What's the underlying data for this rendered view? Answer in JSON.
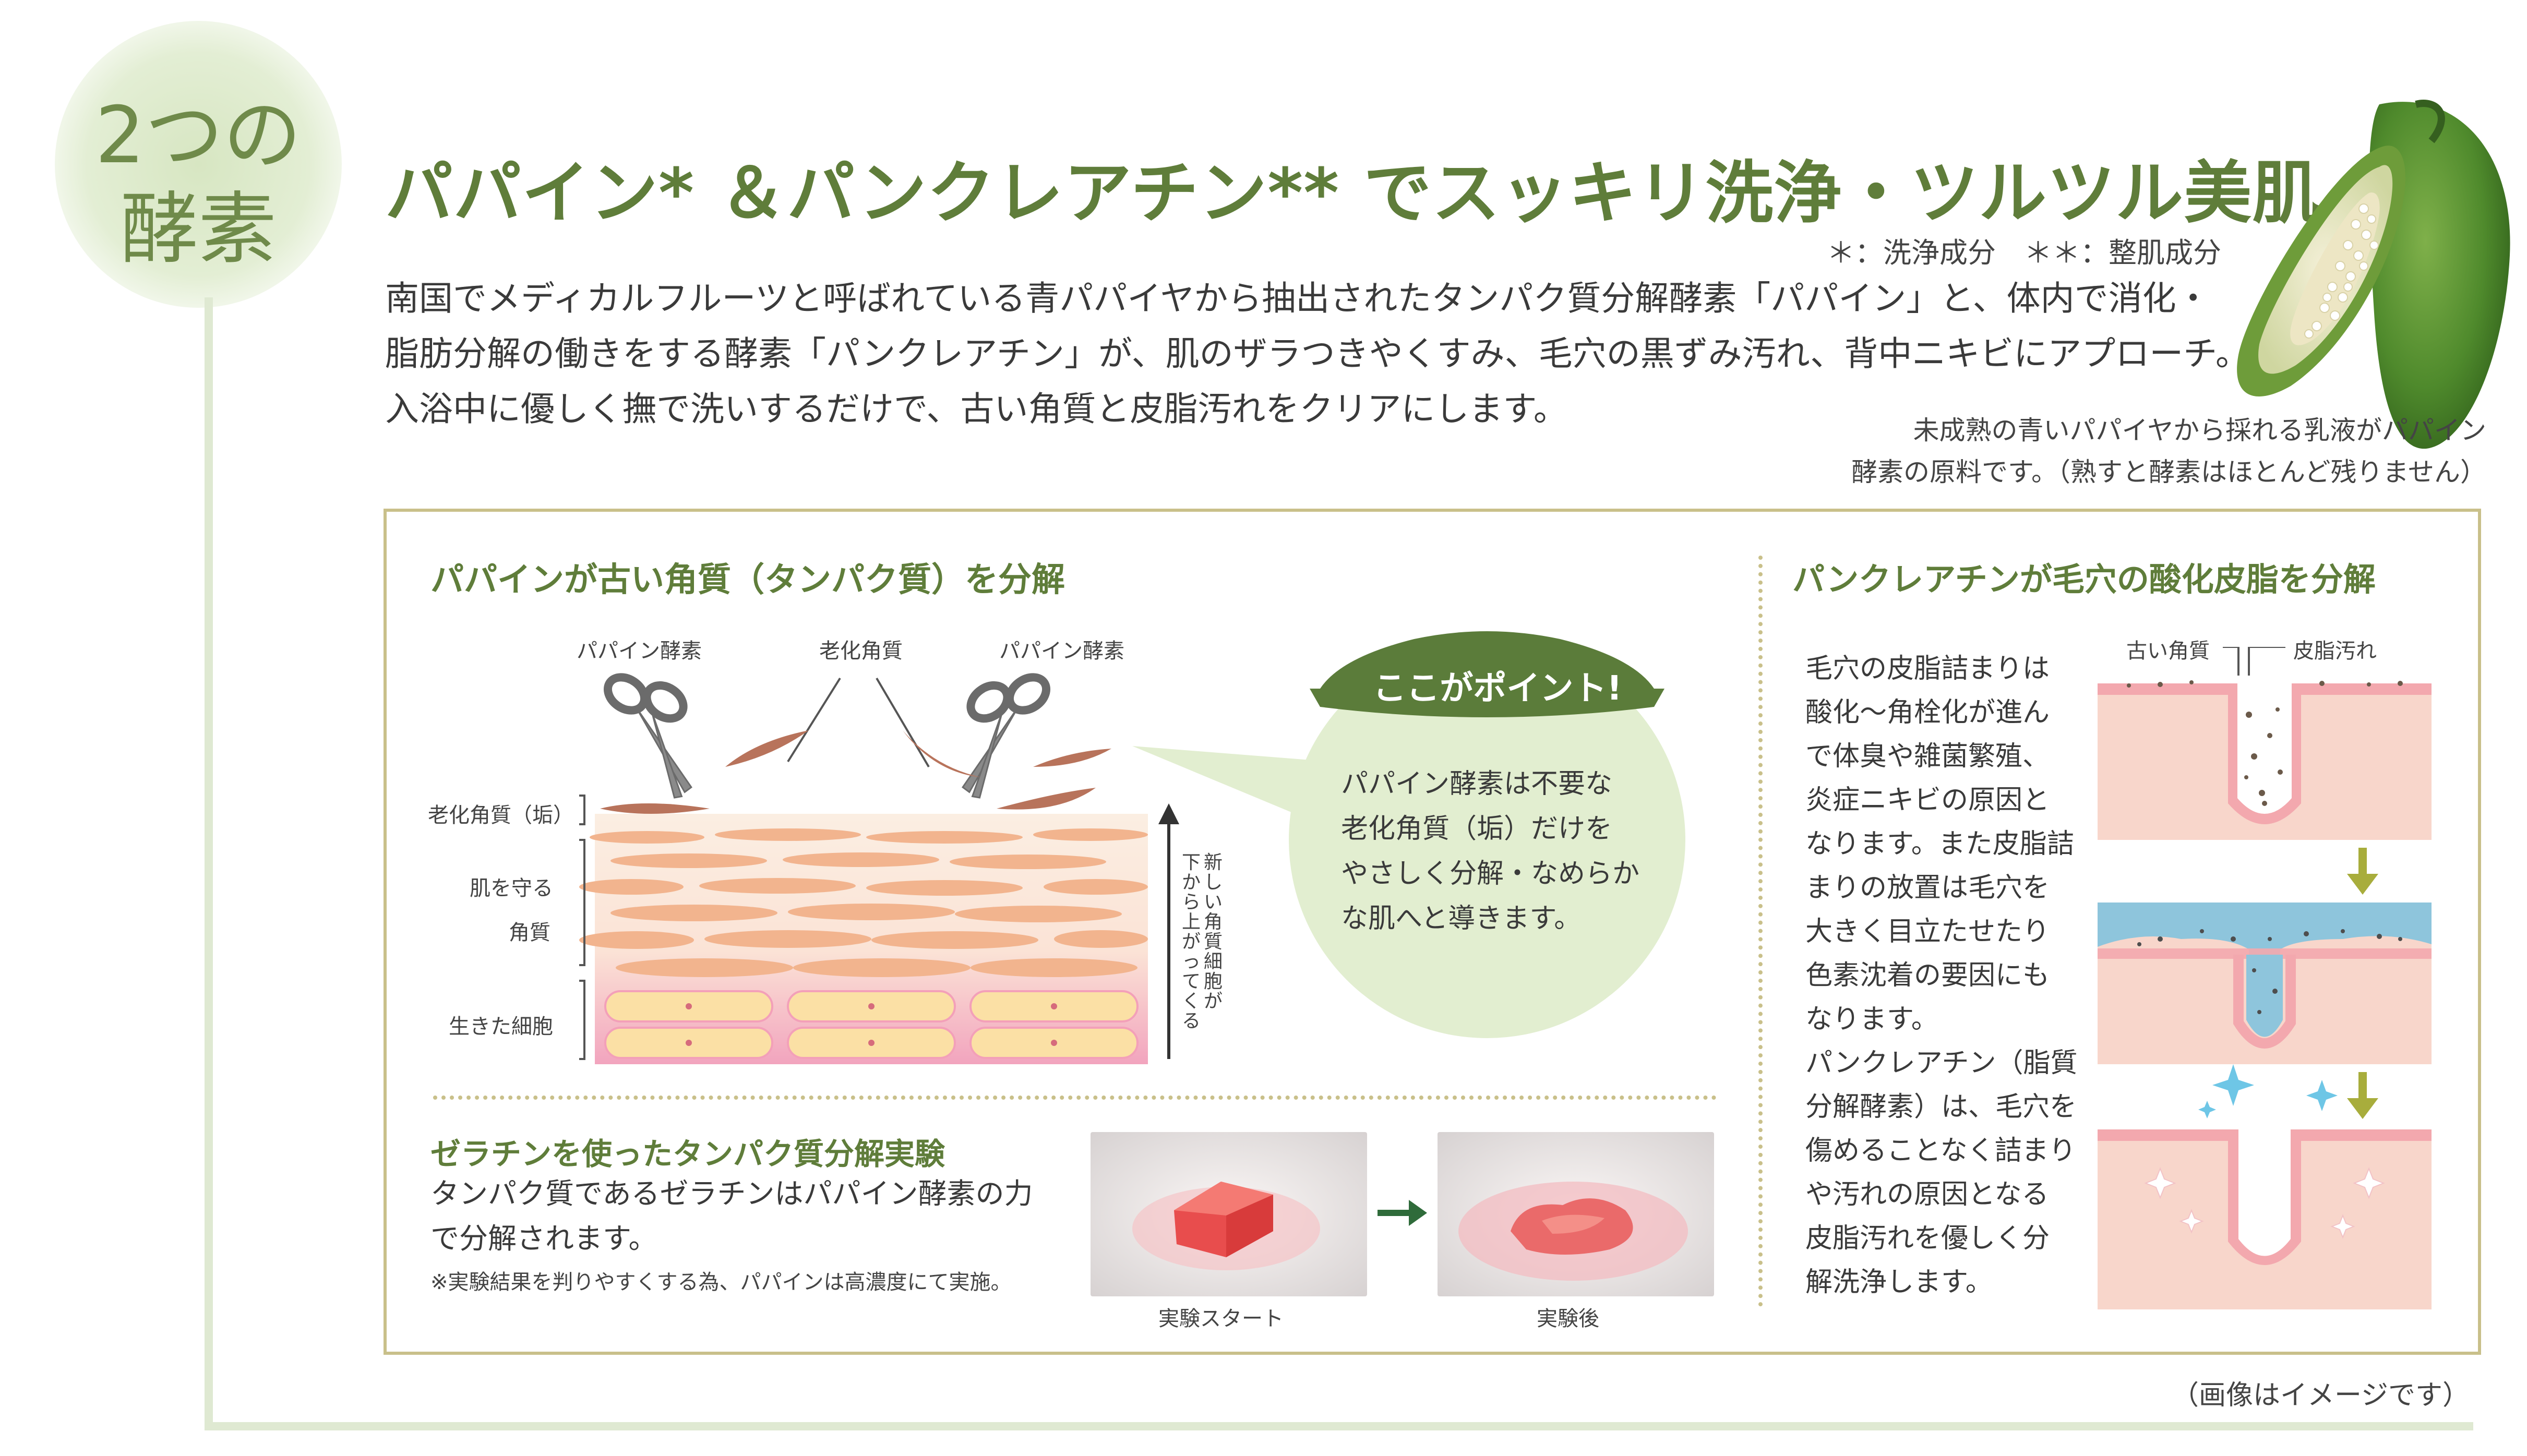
{
  "badge": {
    "line1": "2つの",
    "line2": "酵素"
  },
  "title": "パパイン* ＆パンクレアチン** でスッキリ洗浄・ツルツル美肌",
  "legend": "＊：洗浄成分　＊＊：整肌成分",
  "intro": [
    "南国でメディカルフルーツと呼ばれている青パパイヤから抽出されたタンパク質分解酵素「パパイン」と、体内で消化・",
    "脂肪分解の働きをする酵素「パンクレアチン」が、肌のザラつきやくすみ、毛穴の黒ずみ汚れ、背中ニキビにアプローチ。",
    "入浴中に優しく撫で洗いするだけで、古い角質と皮脂汚れをクリアにします。"
  ],
  "papaya_caption": [
    "未成熟の青いパパイヤから採れる乳液がパパイン",
    "酵素の原料です。（熟すと酵素はほとんど残りません）"
  ],
  "left_section": {
    "title": "パパインが古い角質（タンパク質）を分解",
    "labels": {
      "enzyme_left": "パパイン酵素",
      "aged": "老化角質",
      "enzyme_right": "パパイン酵素"
    },
    "side_labels": {
      "aged_keratin": "老化角質（垢）",
      "protect1": "肌を守る",
      "protect2": "角質",
      "living": "生きた細胞"
    },
    "vertical_note": [
      "新",
      "し",
      "い",
      "角",
      "質",
      "細",
      "胞",
      "が",
      "下",
      "か",
      "ら",
      "上",
      "が",
      "っ",
      "て",
      "く",
      "る"
    ],
    "point": {
      "heading": "ここがポイント!",
      "body": [
        "パパイン酵素は不要な",
        "老化角質（垢）だけを",
        "やさしく分解・なめらか",
        "な肌へと導きます。"
      ]
    }
  },
  "experiment": {
    "title": "ゼラチンを使ったタンパク質分解実験",
    "body": [
      "タンパク質であるゼラチンはパパイン酵素の力",
      "で分解されます。"
    ],
    "note": "※実験結果を判りやすくする為、パパインは高濃度にて実施。",
    "start_label": "実験スタート",
    "after_label": "実験後"
  },
  "right_section": {
    "title": "パンクレアチンが毛穴の酸化皮脂を分解",
    "label_old": "古い角質",
    "label_sebum": "皮脂汚れ",
    "body": [
      "毛穴の皮脂詰まりは",
      "酸化〜角栓化が進ん",
      "で体臭や雑菌繁殖、",
      "炎症ニキビの原因と",
      "なります。また皮脂詰",
      "まりの放置は毛穴を",
      "大きく目立たせたり",
      "色素沈着の要因にも",
      "なります。",
      "パンクレアチン（脂質",
      "分解酵素）は、毛穴を",
      "傷めることなく詰まり",
      "や汚れの原因となる",
      "皮脂汚れを優しく分",
      "解洗浄します。"
    ]
  },
  "footnote": "（画像はイメージです）",
  "colors": {
    "accent": "#5f7d3a",
    "box_border": "#c9c08a",
    "skin": "#f7d3c9",
    "pore_blue": "#8ec5dc"
  }
}
